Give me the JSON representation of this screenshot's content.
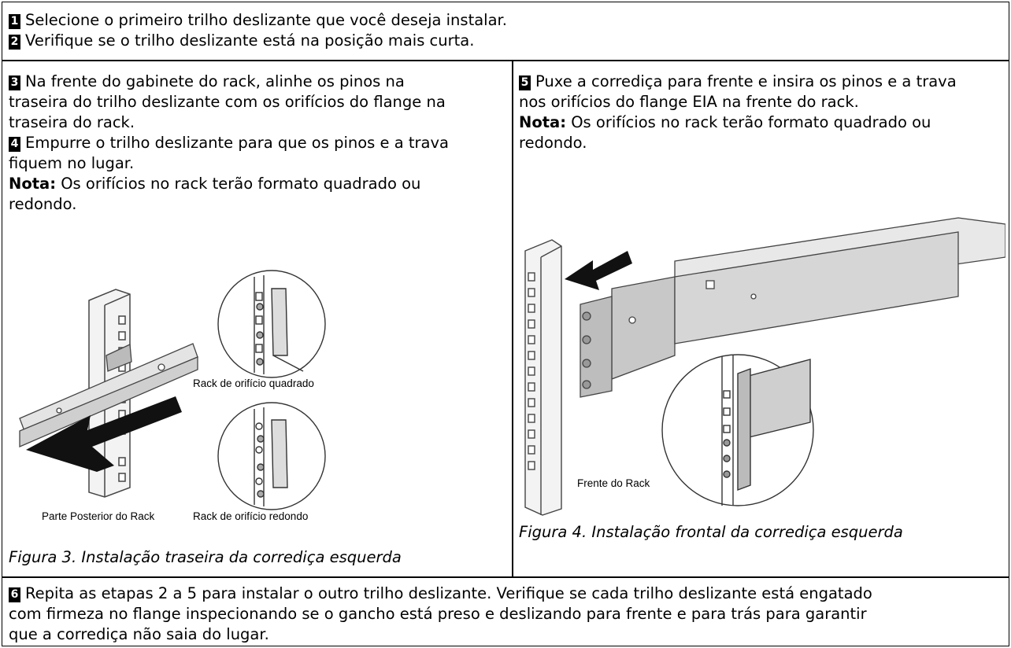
{
  "top": {
    "step1": {
      "num": "1",
      "text": "Selecione o primeiro trilho deslizante que você deseja instalar."
    },
    "step2": {
      "num": "2",
      "text": "Verifique se o trilho deslizante está na posição mais curta."
    }
  },
  "left": {
    "step3": {
      "num": "3",
      "lines": [
        "Na frente do gabinete do rack, alinhe os pinos na",
        "traseira do trilho deslizante com os orifícios do flange na",
        "traseira do rack."
      ]
    },
    "step4": {
      "num": "4",
      "lines": [
        "Empurre o trilho deslizante para que os pinos e a trava",
        "fiquem no lugar."
      ]
    },
    "note": {
      "label": "Nota:",
      "lines": [
        "Os orifícios no rack terão formato quadrado ou",
        "redondo."
      ]
    },
    "figure": {
      "label_square": "Rack de orifício quadrado",
      "label_round": "Rack de orifício redondo",
      "label_rear": "Parte Posterior do Rack"
    },
    "caption": "Figura 3. Instalação traseira da corrediça esquerda"
  },
  "right": {
    "step5": {
      "num": "5",
      "lines": [
        "Puxe a corrediça para frente e insira os pinos e a trava",
        "nos orifícios do flange EIA na frente do rack."
      ]
    },
    "note": {
      "label": "Nota:",
      "lines": [
        "Os orifícios no rack terão formato quadrado ou",
        "redondo."
      ]
    },
    "figure": {
      "label_front": "Frente do Rack"
    },
    "caption": "Figura 4. Instalação frontal da corrediça esquerda"
  },
  "bottom": {
    "step6": {
      "num": "6",
      "lines": [
        "Repita as etapas 2 a 5 para instalar o outro trilho deslizante. Verifique se cada trilho deslizante está engatado",
        "com firmeza no flange inspecionando se o gancho está preso e deslizando para frente e para trás para garantir",
        "que a corrediça não saia do lugar."
      ]
    }
  }
}
